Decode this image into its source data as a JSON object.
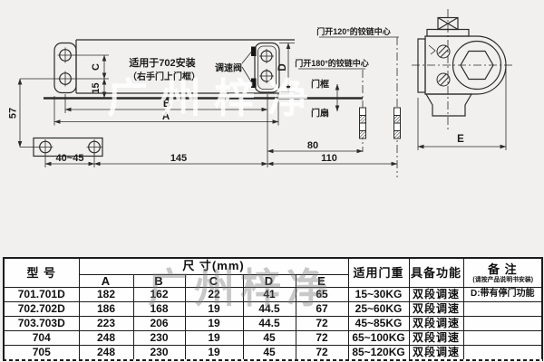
{
  "watermark": "广州梓净",
  "colors": {
    "ink": "#1c1c1c",
    "background": "#f1f0ee"
  },
  "drawing": {
    "labels": {
      "install_note_line1": "适用于702安装",
      "install_note_line2": "（右手门上门框）",
      "speed_valve": "调速阀",
      "hinge_center_120": "门开120°的铰链中心",
      "hinge_center_180": "门开180°的铰链中心",
      "door_frame": "门框",
      "door_leaf": "门扇"
    },
    "dims": {
      "d57": "57",
      "c": "C",
      "d15": "15",
      "b": "B",
      "a": "A",
      "d": "D",
      "e": "E",
      "d40_45": "40~45",
      "d145": "145",
      "d80": "80",
      "d110": "110"
    }
  },
  "table": {
    "headers": {
      "model": "型 号",
      "size": "尺 寸(mm)",
      "size_a": "A",
      "size_b": "B",
      "size_c": "C",
      "size_d": "D",
      "size_e": "E",
      "door_weight": "适用门重",
      "functions": "具备功能",
      "remark": "备 注",
      "remark_sub": "(请按产品说明书安装)"
    },
    "rows": [
      {
        "model": "701.701D",
        "a": "182",
        "b": "162",
        "c": "22",
        "d": "41",
        "e": "65",
        "weight": "15~30KG",
        "func": "双段调速",
        "remark": "D:带有停门功能"
      },
      {
        "model": "702.702D",
        "a": "186",
        "b": "168",
        "c": "19",
        "d": "44.5",
        "e": "67",
        "weight": "25~60KG",
        "func": "双段调速",
        "remark": ""
      },
      {
        "model": "703.703D",
        "a": "223",
        "b": "206",
        "c": "19",
        "d": "44.5",
        "e": "72",
        "weight": "45~85KG",
        "func": "双段调速",
        "remark": ""
      },
      {
        "model": "704",
        "a": "248",
        "b": "230",
        "c": "19",
        "d": "45",
        "e": "72",
        "weight": "65~100KG",
        "func": "双段调速",
        "remark": ""
      },
      {
        "model": "705",
        "a": "248",
        "b": "230",
        "c": "19",
        "d": "45",
        "e": "72",
        "weight": "85~120KG",
        "func": "双段调速",
        "remark": ""
      }
    ]
  }
}
